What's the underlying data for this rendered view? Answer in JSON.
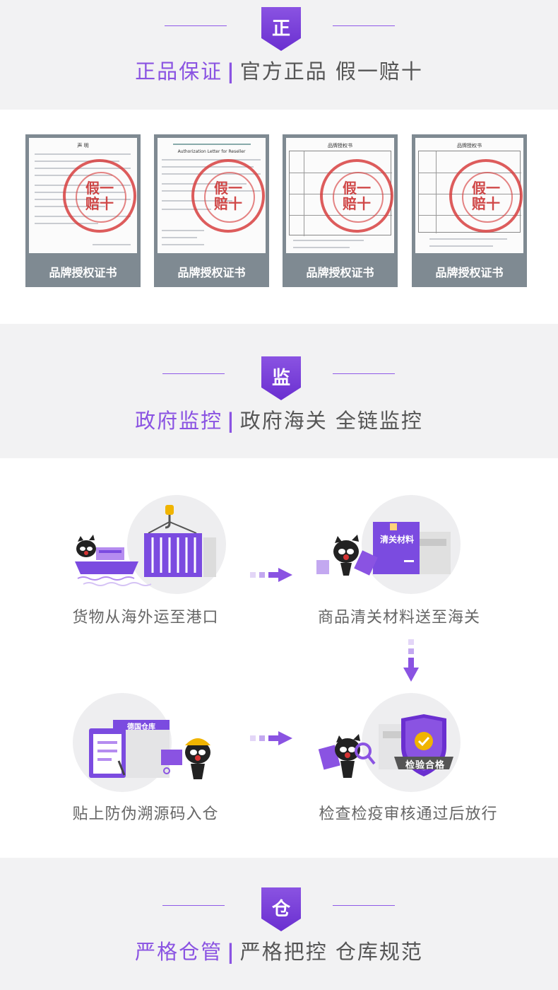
{
  "sections": [
    {
      "badge": "正",
      "accent": "正品保证",
      "rest": "官方正品 假一赔十"
    },
    {
      "badge": "监",
      "accent": "政府监控",
      "rest": "政府海关 全链监控"
    },
    {
      "badge": "仓",
      "accent": "严格仓管",
      "rest": "严格把控 仓库规范"
    }
  ],
  "separator": "|",
  "certificates": [
    {
      "caption": "品牌授权证书",
      "doc_title": "声 明"
    },
    {
      "caption": "品牌授权证书",
      "doc_title": "Authorization Letter for Reseller"
    },
    {
      "caption": "品牌授权证书",
      "doc_title": "品牌授权书"
    },
    {
      "caption": "品牌授权证书",
      "doc_title": "品牌授权书"
    }
  ],
  "stamp_text": "假一\n赔十",
  "steps": [
    {
      "label": "货物从海外运至港口",
      "icon": "ship-container-icon"
    },
    {
      "label": "商品清关材料送至海关",
      "icon": "customs-documents-icon",
      "tag": "清关材料"
    },
    {
      "label": "贴上防伪溯源码入仓",
      "icon": "warehouse-clipboard-icon",
      "tag": "德国仓库"
    },
    {
      "label": "检查检疫审核通过后放行",
      "icon": "inspection-shield-icon",
      "tag": "检验合格"
    }
  ],
  "colors": {
    "accent": "#8a53e2",
    "accent_dark": "#6a2fd0",
    "band": "#f2f2f3",
    "cert_frame": "#7f8a92",
    "stamp": "#d63434"
  }
}
